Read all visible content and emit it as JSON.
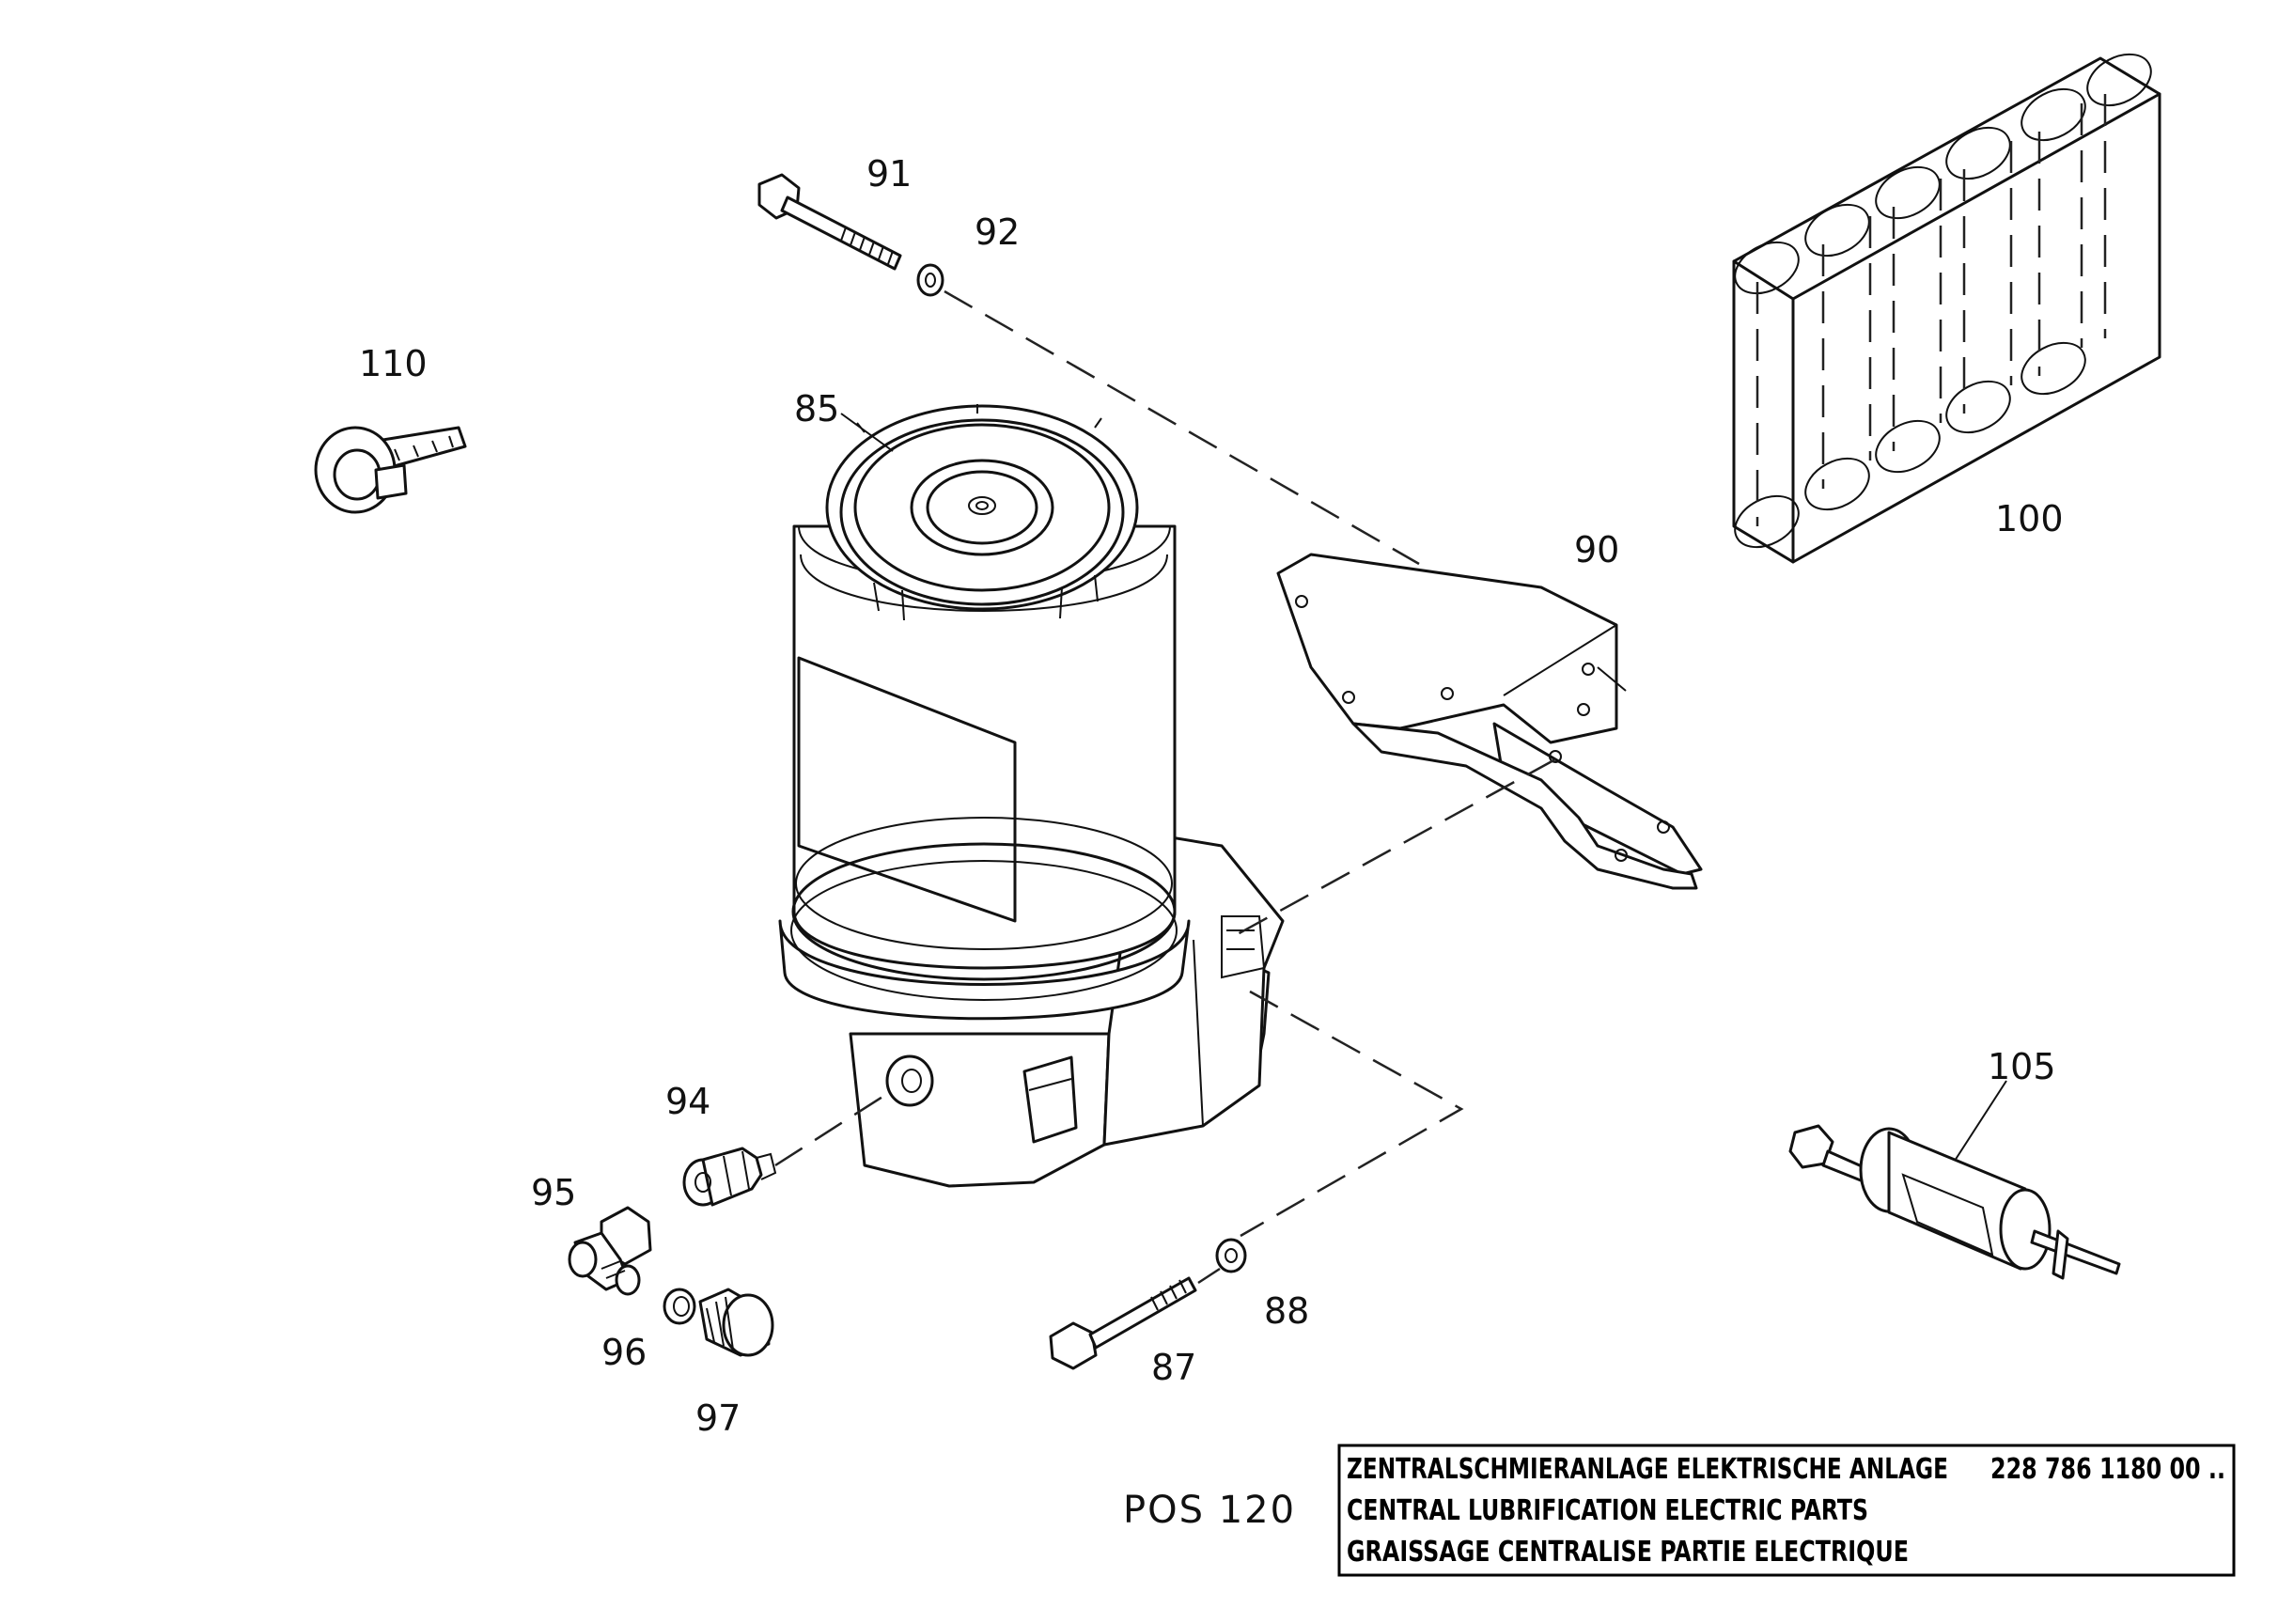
{
  "callouts": {
    "c85": "85",
    "c87": "87",
    "c88": "88",
    "c90": "90",
    "c91": "91",
    "c92": "92",
    "c94": "94",
    "c95": "95",
    "c96": "96",
    "c97": "97",
    "c100": "100",
    "c105": "105",
    "c110": "110"
  },
  "position_label": "POS 120",
  "title_block": {
    "line1_text": "ZENTRALSCHMIERANLAGE ELEKTRISCHE ANLAGE",
    "part_number": "228 786 1180 00 ..",
    "line2_text": "CENTRAL LUBRIFICATION ELECTRIC PARTS",
    "line3_text": "GRAISSAGE CENTRALISE PARTIE ELECTRIQUE"
  }
}
